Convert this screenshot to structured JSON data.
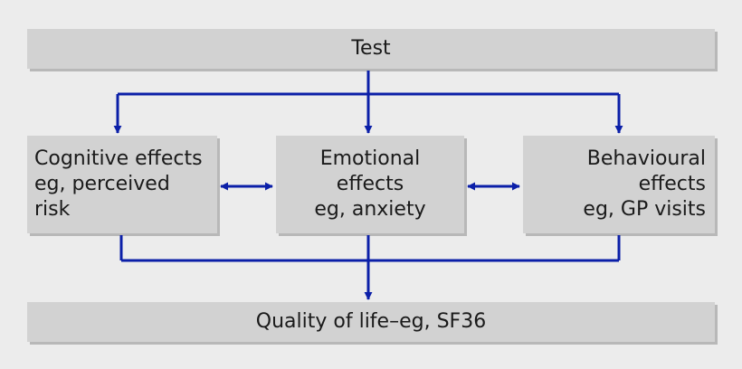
{
  "diagram": {
    "colors": {
      "background": "#ececec",
      "box": "#d2d2d2",
      "arrow": "#0b1fa8"
    },
    "top_box": {
      "label": "Test"
    },
    "middle_boxes": [
      {
        "label": "Cognitive effects\neg, perceived\nrisk"
      },
      {
        "label": "Emotional\neffects\neg, anxiety"
      },
      {
        "label": "Behavioural\neffects\neg, GP visits"
      }
    ],
    "bottom_box": {
      "label": "Quality of life–eg, SF36"
    }
  }
}
